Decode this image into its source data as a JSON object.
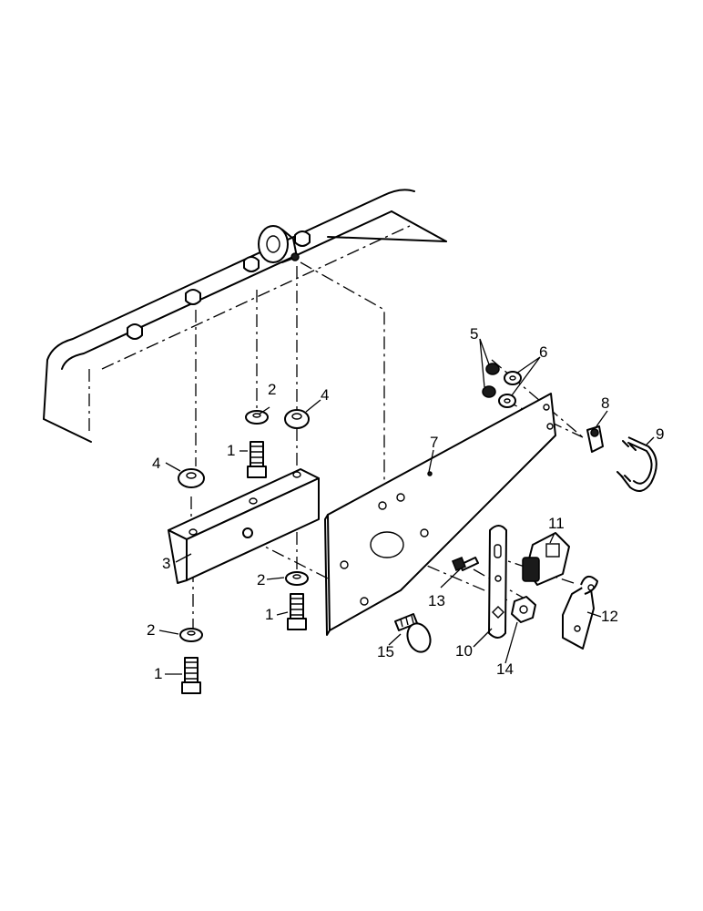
{
  "callouts": {
    "c1a": "1",
    "c1b": "1",
    "c1c": "1",
    "c2a": "2",
    "c2b": "2",
    "c2c": "2",
    "c3": "3",
    "c4a": "4",
    "c4b": "4",
    "c5": "5",
    "c6": "6",
    "c7": "7",
    "c8": "8",
    "c9": "9",
    "c10": "10",
    "c11": "11",
    "c12": "12",
    "c13": "13",
    "c14": "14",
    "c15": "15"
  }
}
